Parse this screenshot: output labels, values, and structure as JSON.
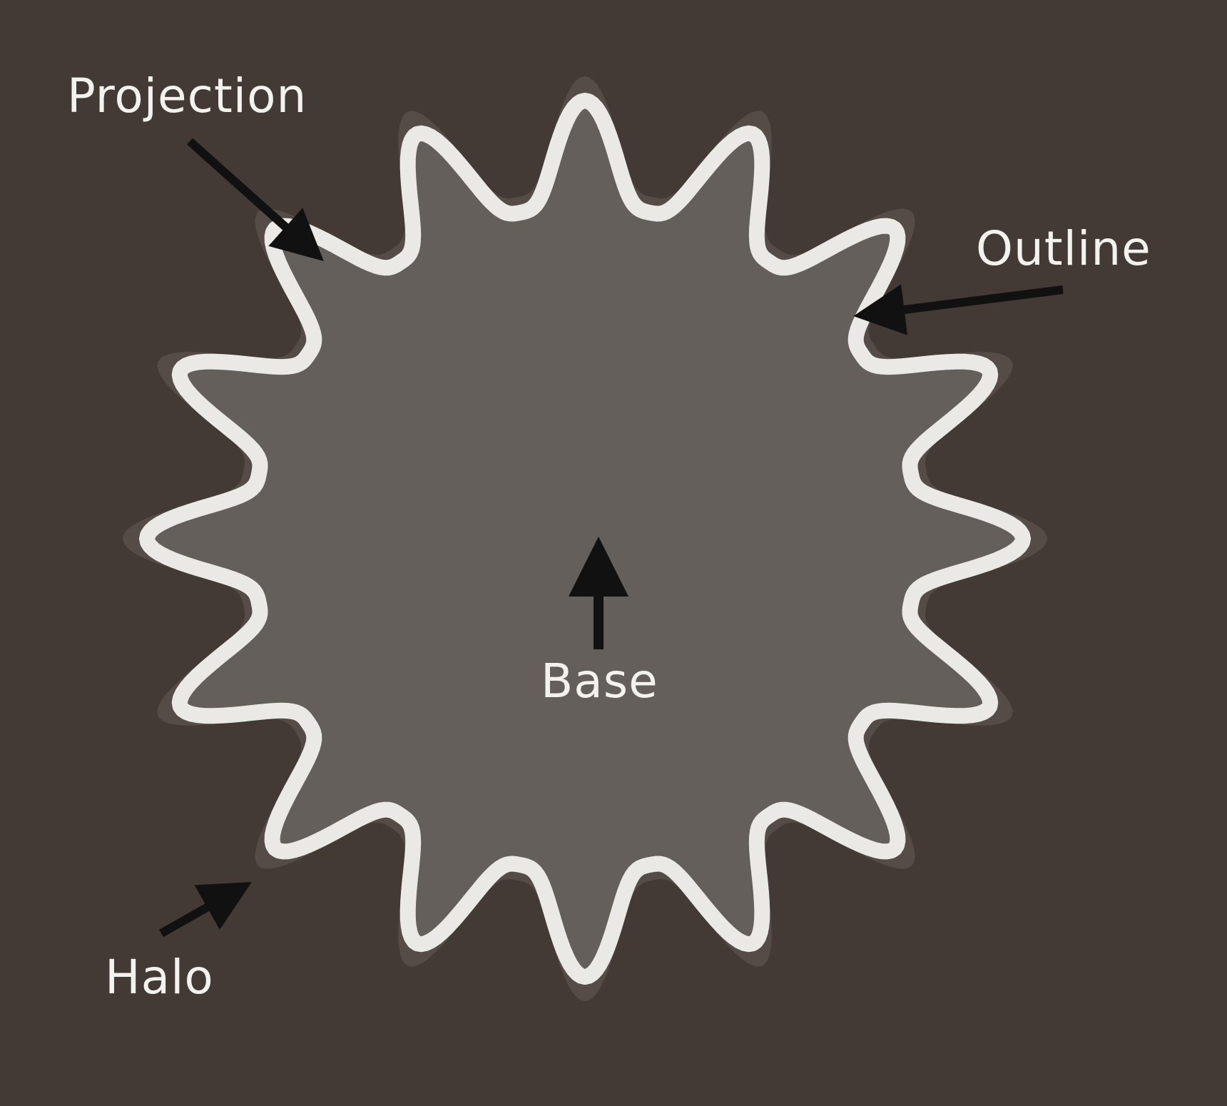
{
  "labels": {
    "projection": "Projection",
    "outline": "Outline",
    "base": "Base",
    "halo": "Halo"
  },
  "colors": {
    "background": "#433a36",
    "base_fill": "#655f5b",
    "halo": "#554c48",
    "outline": "#ebe9e6",
    "arrow": "#121111",
    "text": "#f4f2ef"
  },
  "icons": {
    "shape": "star-badge-icon",
    "arrows": "arrow-icon"
  }
}
